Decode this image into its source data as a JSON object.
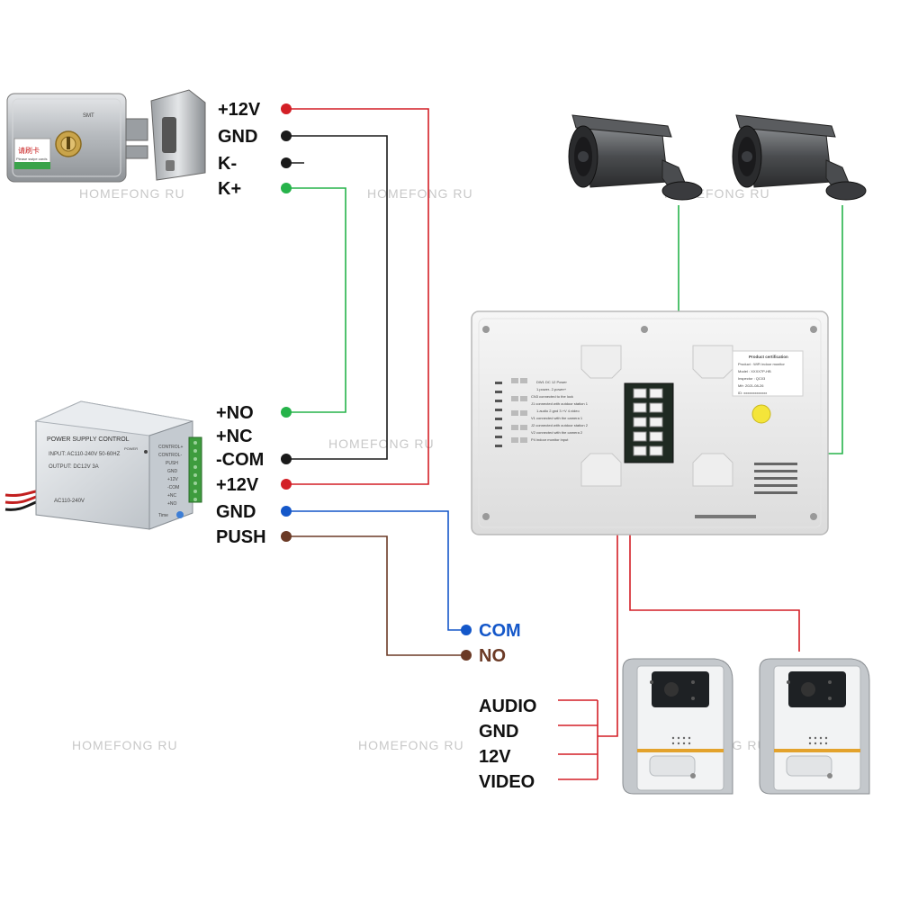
{
  "watermark": "HOMEFONG RU",
  "lock": {
    "sticker_text": "请刷卡",
    "sticker_sub": "Please swipe cards",
    "badge": "SMT"
  },
  "lock_terminals": [
    "+12V",
    "GND",
    "K-",
    "K+"
  ],
  "psu": {
    "title": "POWER SUPPLY CONTROL",
    "power_led": "POWER",
    "input": "INPUT: AC110-240V 50-60HZ",
    "output": "OUTPUT: DC12V  3A",
    "ac": "AC110-240V",
    "side_labels": [
      "CONTROL+",
      "CONTROL-",
      "PUSH",
      "GND",
      "+12V",
      "-COM",
      "+NC",
      "+NO"
    ],
    "time": "Time"
  },
  "psu_terminals": [
    "+NO",
    "+NC",
    "-COM",
    "+12V",
    "GND",
    "PUSH"
  ],
  "button_terminals": [
    "COM",
    "NO"
  ],
  "doorbell_terminals": [
    "AUDIO",
    "GND",
    "12V",
    "VIDEO"
  ],
  "monitor": {
    "cert_title": "Product certification",
    "cert_lines": [
      "Product : WiFi indoor monitor",
      "Model : XXXX7P-HB",
      "Inspector : QC03",
      "Mfr: 2021-08-26",
      "ID: xxxxxxxxxxxxx"
    ],
    "port_info": [
      "DW1  DC 12 Power",
      "1.power-   2.power+",
      "CN3  connected to the lock",
      "J1  connected with outdoor station 1",
      "1.audio  2.gnd  3.+V  4.video",
      "V1  connected with the camera 1",
      "J2  connected with outdoor station 2",
      "V2  connected with the camera 2",
      "P4  indoor monitor input"
    ]
  },
  "colors": {
    "red": "#d31f26",
    "black": "#1a1a1a",
    "green": "#26b34a",
    "blue": "#1457c9",
    "brown": "#6b3a26"
  }
}
